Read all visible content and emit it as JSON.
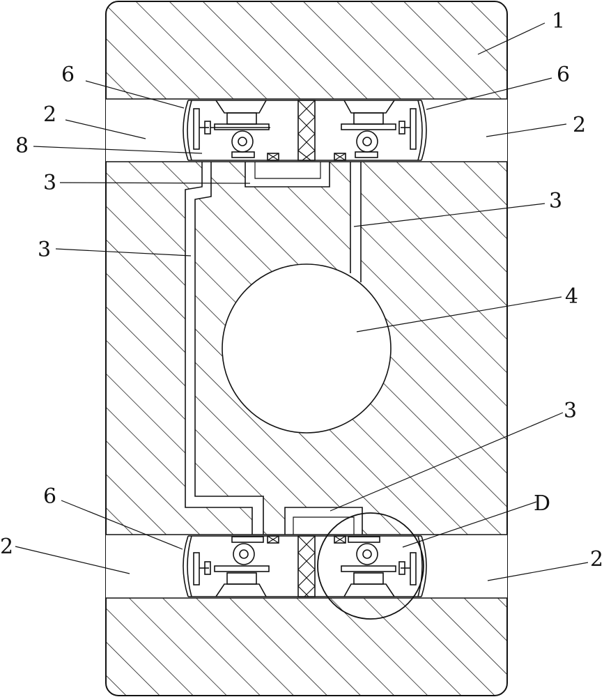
{
  "labels": {
    "body_1": "1",
    "race_tl": "2",
    "race_tr": "2",
    "race_bl": "2",
    "race_br": "2",
    "seal_tl": "6",
    "seal_tr": "6",
    "seal_bl": "6",
    "pipe_top": "3",
    "pipe_left": "3",
    "pipe_right": "3",
    "pipe_bottom": "3",
    "ball_4": "4",
    "pin_8": "8",
    "detail_d": "D"
  }
}
